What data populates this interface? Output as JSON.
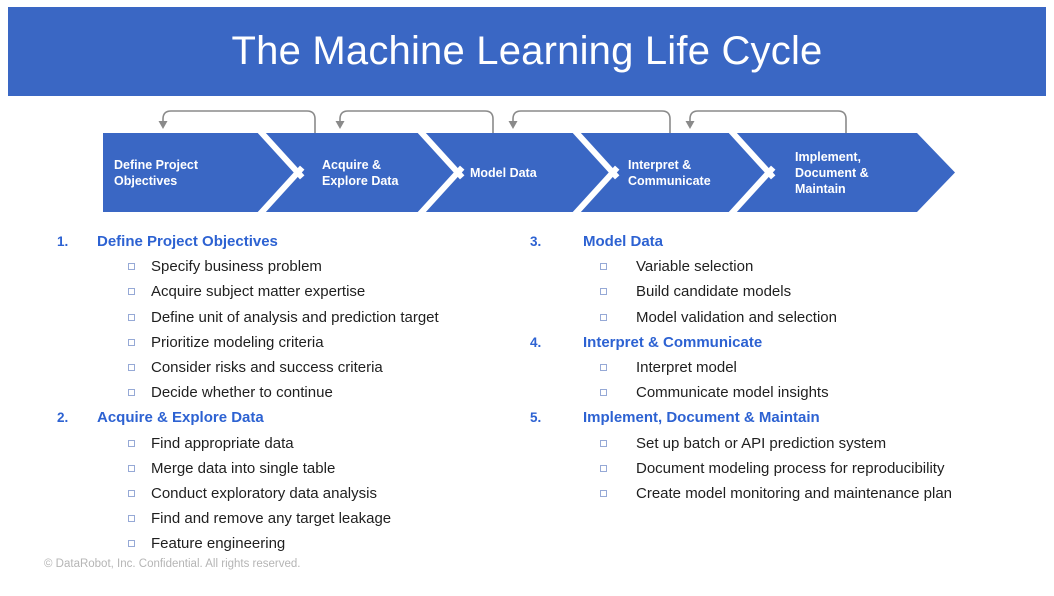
{
  "slide": {
    "title": "The Machine Learning Life Cycle",
    "footer": "© DataRobot, Inc. Confidential. All rights reserved."
  },
  "colors": {
    "banner_blue": "#3A67C4",
    "chevron_blue": "#3A67C4",
    "heading_blue": "#2D62D2",
    "body_text": "#1F1F1F",
    "bullet_border": "#96A9D6",
    "loop_arrow_gray": "#8A8A8A",
    "footer_gray": "#B5B5B5"
  },
  "flow": {
    "stages": [
      {
        "label": "Define Project Objectives",
        "lines": [
          "Define Project",
          "Objectives"
        ]
      },
      {
        "label": "Acquire & Explore Data",
        "lines": [
          "Acquire &",
          "Explore Data"
        ]
      },
      {
        "label": "Model Data",
        "lines": [
          "Model Data"
        ]
      },
      {
        "label": "Interpret & Communicate",
        "lines": [
          "Interpret &",
          "Communicate"
        ]
      },
      {
        "label": "Implement, Document & Maintain",
        "lines": [
          "Implement,",
          "Document &",
          "Maintain"
        ]
      }
    ],
    "feedback_loops": 4
  },
  "outline": {
    "left": [
      {
        "number": "1.",
        "title": "Define Project Objectives",
        "items": [
          "Specify business problem",
          "Acquire subject matter expertise",
          "Define unit of analysis and prediction target",
          "Prioritize modeling criteria",
          "Consider risks and success criteria",
          "Decide whether to continue"
        ]
      },
      {
        "number": "2.",
        "title": "Acquire & Explore Data",
        "items": [
          "Find appropriate data",
          "Merge data into single table",
          "Conduct exploratory data analysis",
          "Find and remove any target leakage",
          "Feature engineering"
        ]
      }
    ],
    "right": [
      {
        "number": "3.",
        "title": "Model Data",
        "items": [
          "Variable selection",
          "Build candidate models",
          "Model validation and selection"
        ]
      },
      {
        "number": "4.",
        "title": "Interpret & Communicate",
        "items": [
          "Interpret model",
          "Communicate model insights"
        ]
      },
      {
        "number": "5.",
        "title": "Implement, Document & Maintain",
        "items": [
          "Set up batch or API prediction system",
          "Document modeling process for reproducibility",
          "Create model monitoring and maintenance plan"
        ]
      }
    ]
  }
}
